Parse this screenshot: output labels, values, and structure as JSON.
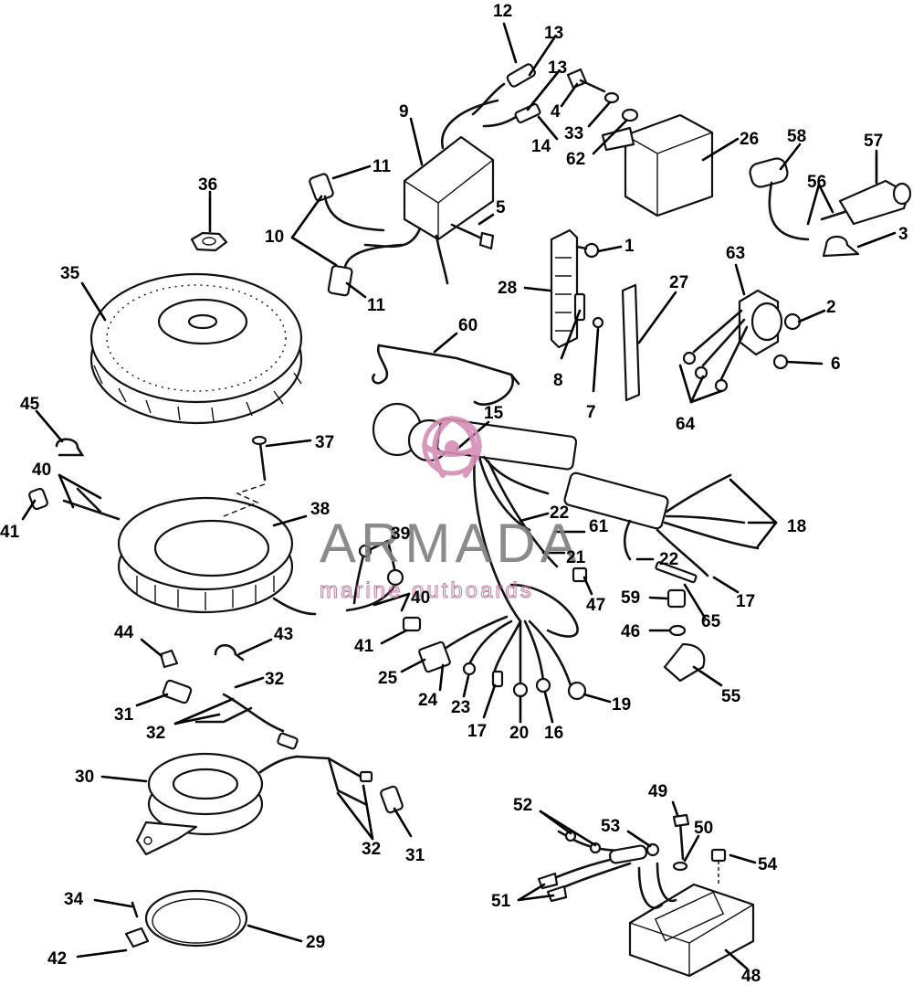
{
  "watermark": {
    "name": "ARMADA",
    "tagline": "marine outboards",
    "logo_color": "#d58cb5"
  },
  "callouts": [
    {
      "id": "c12",
      "text": "12"
    },
    {
      "id": "c13a",
      "text": "13"
    },
    {
      "id": "c13b",
      "text": "13"
    },
    {
      "id": "c4",
      "text": "4"
    },
    {
      "id": "c33",
      "text": "33"
    },
    {
      "id": "c14",
      "text": "14"
    },
    {
      "id": "c62",
      "text": "62"
    },
    {
      "id": "c9",
      "text": "9"
    },
    {
      "id": "c26",
      "text": "26"
    },
    {
      "id": "c58",
      "text": "58"
    },
    {
      "id": "c57",
      "text": "57"
    },
    {
      "id": "c56",
      "text": "56"
    },
    {
      "id": "c3",
      "text": "3"
    },
    {
      "id": "c36",
      "text": "36"
    },
    {
      "id": "c11a",
      "text": "11"
    },
    {
      "id": "c10",
      "text": "10"
    },
    {
      "id": "c5",
      "text": "5"
    },
    {
      "id": "c1",
      "text": "1"
    },
    {
      "id": "c11b",
      "text": "11"
    },
    {
      "id": "c35",
      "text": "35"
    },
    {
      "id": "c28",
      "text": "28"
    },
    {
      "id": "c27",
      "text": "27"
    },
    {
      "id": "c63",
      "text": "63"
    },
    {
      "id": "c2",
      "text": "2"
    },
    {
      "id": "c60",
      "text": "60"
    },
    {
      "id": "c8",
      "text": "8"
    },
    {
      "id": "c6",
      "text": "6"
    },
    {
      "id": "c7",
      "text": "7"
    },
    {
      "id": "c64",
      "text": "64"
    },
    {
      "id": "c45",
      "text": "45"
    },
    {
      "id": "c15",
      "text": "15"
    },
    {
      "id": "c37",
      "text": "37"
    },
    {
      "id": "c40a",
      "text": "40"
    },
    {
      "id": "c41a",
      "text": "41"
    },
    {
      "id": "c38",
      "text": "38"
    },
    {
      "id": "c22a",
      "text": "22"
    },
    {
      "id": "c18",
      "text": "18"
    },
    {
      "id": "c39",
      "text": "39"
    },
    {
      "id": "c61",
      "text": "61"
    },
    {
      "id": "c21",
      "text": "21"
    },
    {
      "id": "c22b",
      "text": "22"
    },
    {
      "id": "c40b",
      "text": "40"
    },
    {
      "id": "c47",
      "text": "47"
    },
    {
      "id": "c59",
      "text": "59"
    },
    {
      "id": "c17a",
      "text": "17"
    },
    {
      "id": "c65",
      "text": "65"
    },
    {
      "id": "c41b",
      "text": "41"
    },
    {
      "id": "c46",
      "text": "46"
    },
    {
      "id": "c44",
      "text": "44"
    },
    {
      "id": "c43",
      "text": "43"
    },
    {
      "id": "c25",
      "text": "25"
    },
    {
      "id": "c55",
      "text": "55"
    },
    {
      "id": "c32a",
      "text": "32"
    },
    {
      "id": "c24",
      "text": "24"
    },
    {
      "id": "c23",
      "text": "23"
    },
    {
      "id": "c19",
      "text": "19"
    },
    {
      "id": "c31a",
      "text": "31"
    },
    {
      "id": "c32b",
      "text": "32"
    },
    {
      "id": "c17b",
      "text": "17"
    },
    {
      "id": "c20",
      "text": "20"
    },
    {
      "id": "c16",
      "text": "16"
    },
    {
      "id": "c30",
      "text": "30"
    },
    {
      "id": "c49",
      "text": "49"
    },
    {
      "id": "c52",
      "text": "52"
    },
    {
      "id": "c53",
      "text": "53"
    },
    {
      "id": "c50",
      "text": "50"
    },
    {
      "id": "c32c",
      "text": "32"
    },
    {
      "id": "c31b",
      "text": "31"
    },
    {
      "id": "c54",
      "text": "54"
    },
    {
      "id": "c34",
      "text": "34"
    },
    {
      "id": "c51",
      "text": "51"
    },
    {
      "id": "c29",
      "text": "29"
    },
    {
      "id": "c42",
      "text": "42"
    },
    {
      "id": "c48",
      "text": "48"
    }
  ]
}
